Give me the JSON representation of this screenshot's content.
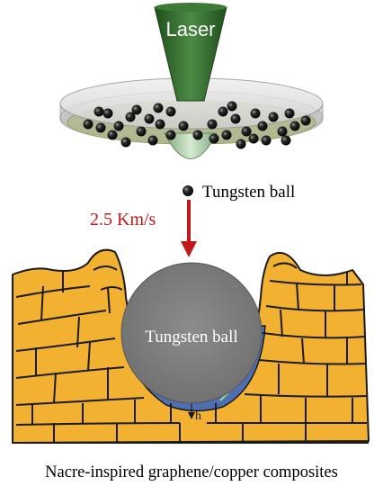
{
  "laser": {
    "label": "Laser",
    "color": "#2e6b2a"
  },
  "projectile": {
    "legend_label": "Tungsten ball",
    "ball_label": "Tungsten ball",
    "color": "#7f7f7f"
  },
  "velocity": {
    "label": "2.5 Km/s",
    "color": "#c0181b"
  },
  "crater": {
    "depth_label": "h"
  },
  "target": {
    "caption": "Nacre-inspired graphene/copper composites",
    "brick_color": "#f2b131",
    "graphene_color": "#4f6fb3"
  }
}
